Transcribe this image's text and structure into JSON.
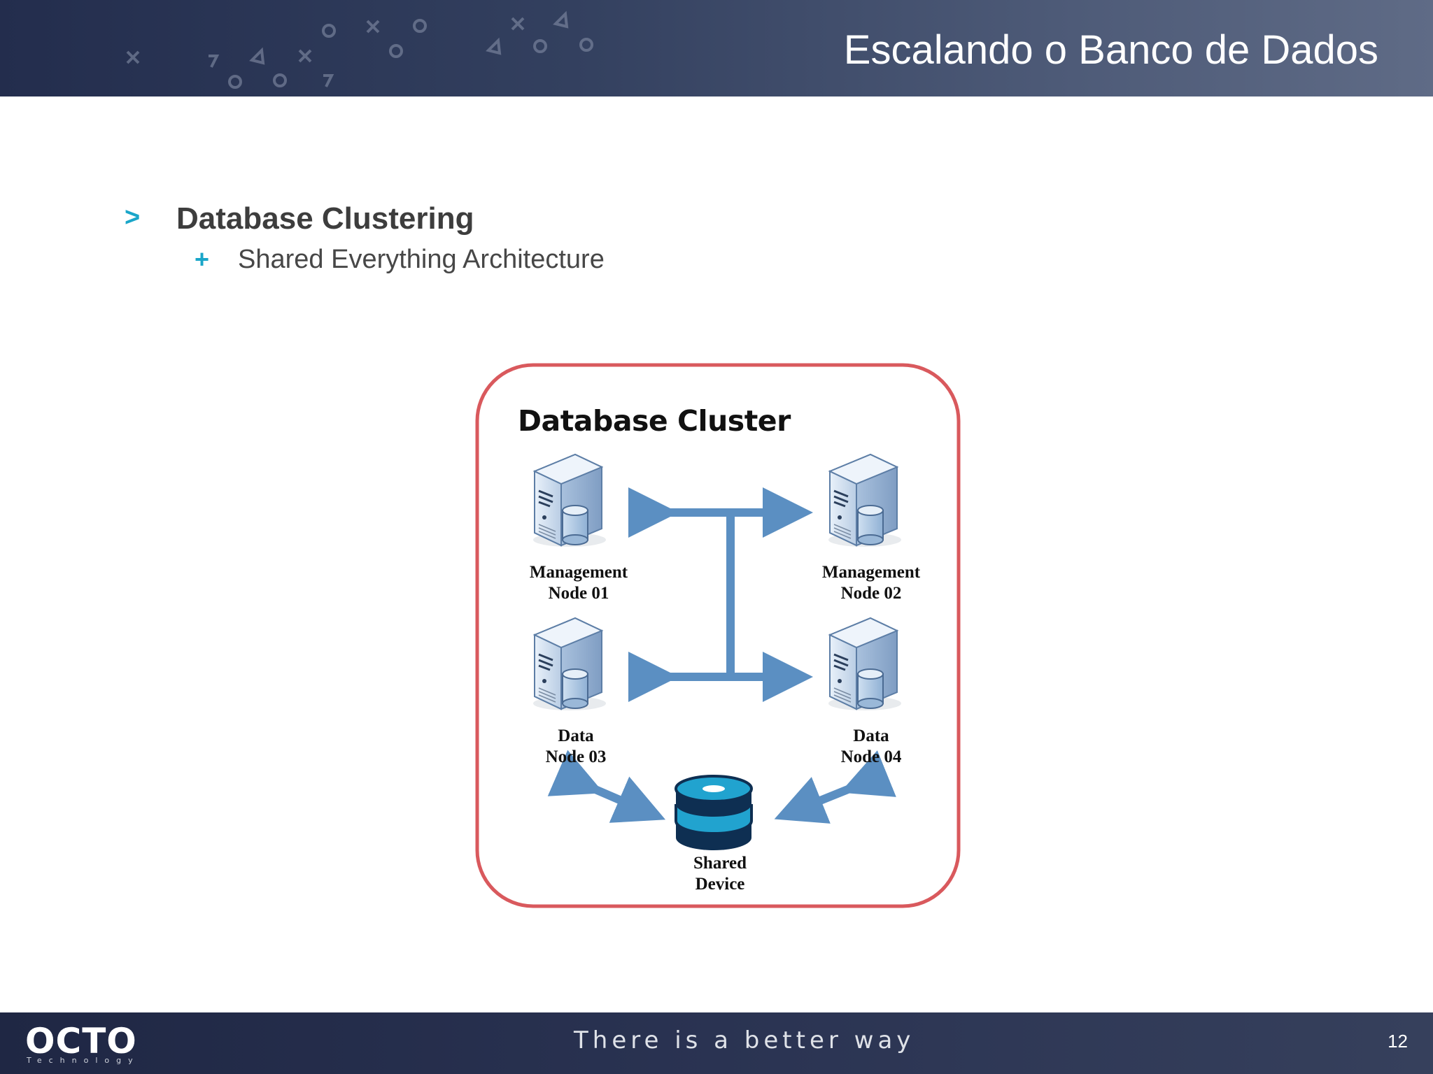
{
  "slide": {
    "title": "Escalando o Banco de Dados",
    "page_number": "12"
  },
  "bullets": {
    "level1": {
      "marker": ">",
      "text": "Database Clustering"
    },
    "level2": {
      "marker": "+",
      "text": "Shared Everything Architecture"
    }
  },
  "diagram": {
    "title": "Database Cluster",
    "nodes": {
      "mgmt1": {
        "line1": "Management",
        "line2": "Node 01"
      },
      "mgmt2": {
        "line1": "Management",
        "line2": "Node 02"
      },
      "data3": {
        "line1": "Data",
        "line2": "Node 03"
      },
      "data4": {
        "line1": "Data",
        "line2": "Node 04"
      },
      "shared": {
        "line1": "Shared",
        "line2": "Device"
      }
    },
    "colors": {
      "border": "#d9595d",
      "arrow": "#5b8fc2",
      "disk": "#0e2f52",
      "disk_band": "#21a3cf"
    }
  },
  "footer": {
    "logo": "OCTO",
    "logo_sub": "Technology",
    "tagline": "There is a better way"
  }
}
